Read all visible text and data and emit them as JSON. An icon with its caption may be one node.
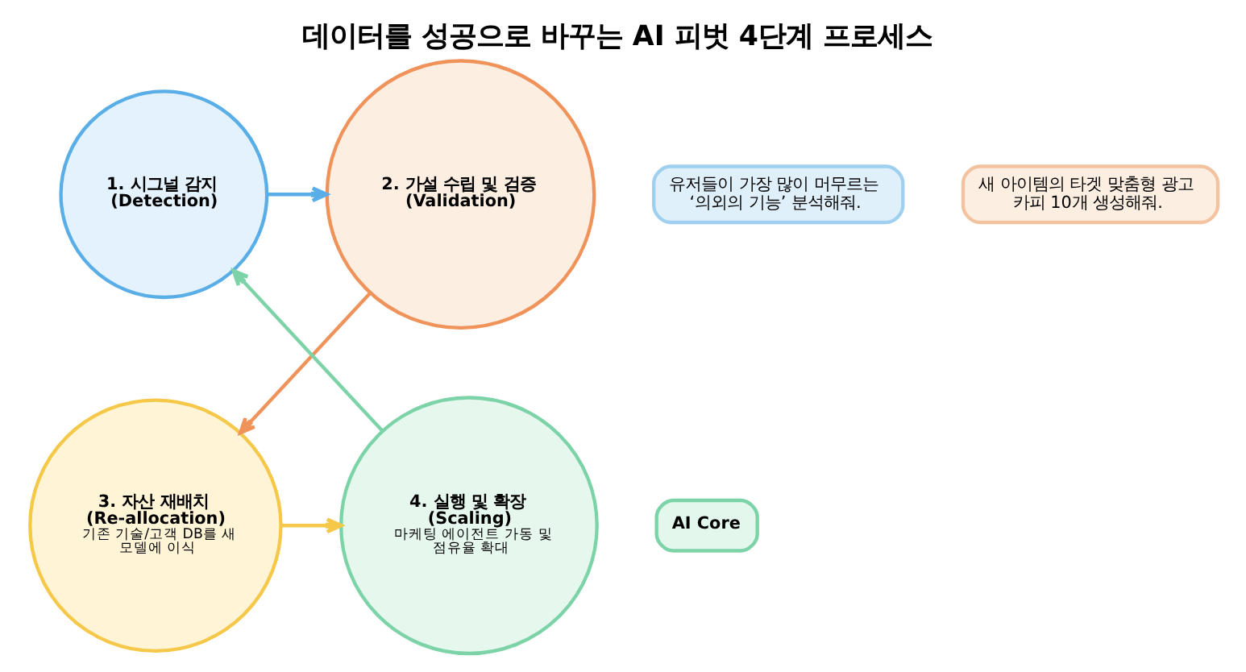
{
  "diagram": {
    "title": "데이터를 성공으로 바꾸는 AI 피벗 4단계 프로세스",
    "nodes": [
      {
        "text": [
          "1. 시그널 감지 (Detection)"
        ]
      },
      {
        "text": [
          "유저들이 가장 많이 머무르는 ‘의외의 기능’ 분석해줘."
        ]
      },
      {
        "text": [
          "2. 가설 수립 및 검증 (Validation)"
        ]
      },
      {
        "text": [
          "새 아이템의 타겟 맞춤형 광고 카피 10개 생성해줘."
        ]
      },
      {
        "text": [
          "AI Core"
        ]
      },
      {
        "text": [
          "3. 자산 재배치 (Re-allocation)",
          "기존 기술/고객 DB를 새 모델에 이식"
        ]
      },
      {
        "text": [
          "4. 실행 및 확장 (Scaling)",
          "마케팅 에이전트 가동 및 점유율 확대"
        ]
      }
    ],
    "edges": [
      {
        "from": 0,
        "to": 2,
        "arrow": "to",
        "color": "#5aaee8"
      },
      {
        "from": 2,
        "to": 5,
        "arrow": "to",
        "color": "#f0935a"
      },
      {
        "from": 5,
        "to": 6,
        "arrow": "to",
        "color": "#f5c84a"
      },
      {
        "from": 6,
        "to": 0,
        "arrow": "to",
        "color": "#7dd3a8"
      }
    ]
  }
}
